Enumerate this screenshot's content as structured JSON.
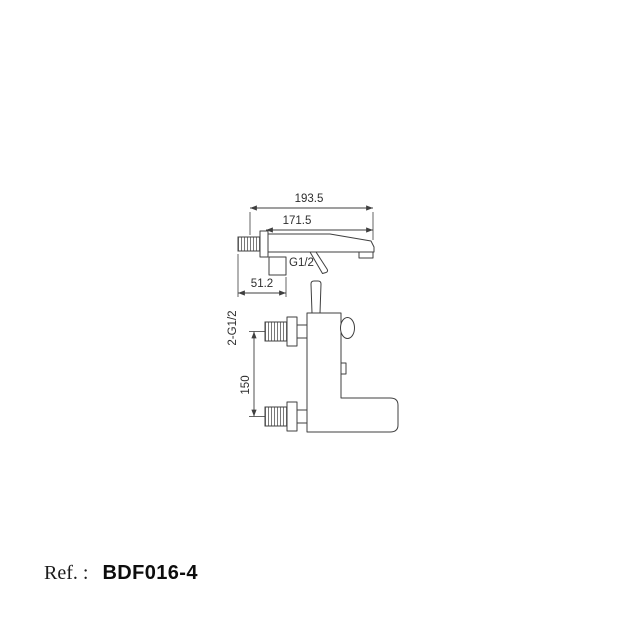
{
  "colors": {
    "line": "#3f3f3f",
    "dim_text": "#2e2e2e",
    "ref_text": "#0d0d0d",
    "background": "#ffffff"
  },
  "ref": {
    "label": "Ref. :",
    "value": "BDF016-4"
  },
  "drawing": {
    "side_view": {
      "dim_total_length": "193.5",
      "dim_body_length": "171.5",
      "dim_outlet_thread": "G1/2",
      "dim_wall_offset": "51.2"
    },
    "front_view": {
      "dim_inlet_threads": "2-G1/2",
      "dim_inlet_spacing": "150"
    }
  }
}
